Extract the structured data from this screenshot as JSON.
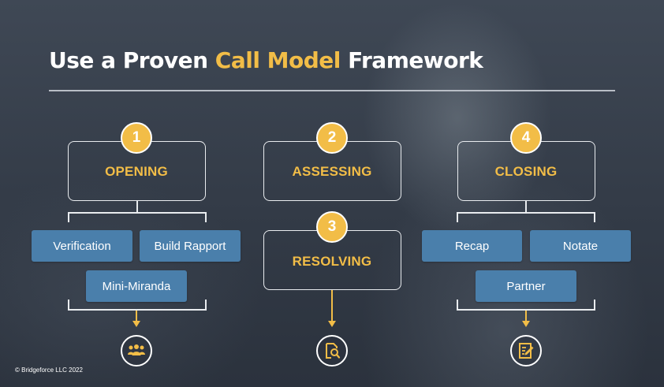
{
  "title": {
    "prefix": "Use a Proven ",
    "highlight": "Call Model",
    "suffix": " Framework"
  },
  "stages": {
    "opening": {
      "number": "1",
      "label": "OPENING"
    },
    "assessing": {
      "number": "2",
      "label": "ASSESSING"
    },
    "resolving": {
      "number": "3",
      "label": "RESOLVING"
    },
    "closing": {
      "number": "4",
      "label": "CLOSING"
    }
  },
  "opening_steps": [
    "Verification",
    "Build Rapport",
    "Mini-Miranda"
  ],
  "closing_steps": [
    "Recap",
    "Notate",
    "Partner"
  ],
  "icons": {
    "opening": "team-people-icon",
    "resolving": "document-search-icon",
    "closing": "edit-document-icon"
  },
  "colors": {
    "accent": "#f2bd47",
    "chip": "#4a7fab",
    "text": "#ffffff",
    "background": "#353d49"
  },
  "copyright": "© Bridgeforce LLC 2022"
}
